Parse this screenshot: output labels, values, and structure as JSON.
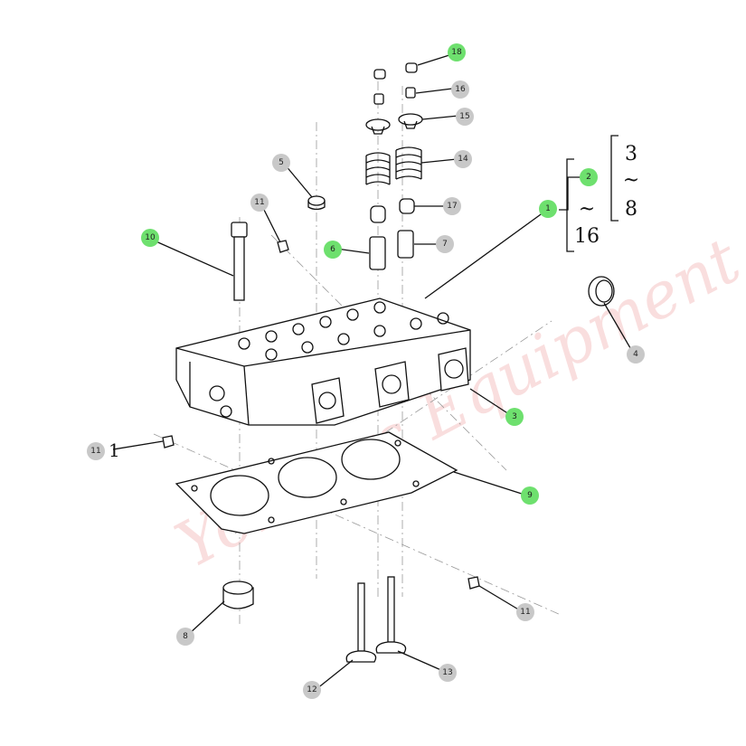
{
  "diagram": {
    "colors": {
      "green": "#6ee06e",
      "gray": "#c8c8c8",
      "line": "#111111"
    },
    "callouts": [
      {
        "id": "c1",
        "label": "1",
        "color": "green"
      },
      {
        "id": "c2",
        "label": "2",
        "color": "green"
      },
      {
        "id": "c3",
        "label": "3",
        "color": "green"
      },
      {
        "id": "c4",
        "label": "4",
        "color": "gray"
      },
      {
        "id": "c5",
        "label": "5",
        "color": "gray"
      },
      {
        "id": "c6",
        "label": "6",
        "color": "green"
      },
      {
        "id": "c7",
        "label": "7",
        "color": "gray"
      },
      {
        "id": "c8",
        "label": "8",
        "color": "gray"
      },
      {
        "id": "c9",
        "label": "9",
        "color": "green"
      },
      {
        "id": "c10",
        "label": "10",
        "color": "green"
      },
      {
        "id": "c11a",
        "label": "11",
        "color": "gray"
      },
      {
        "id": "c11b",
        "label": "11",
        "color": "gray"
      },
      {
        "id": "c11c",
        "label": "11",
        "color": "gray"
      },
      {
        "id": "c12",
        "label": "12",
        "color": "gray"
      },
      {
        "id": "c13",
        "label": "13",
        "color": "gray"
      },
      {
        "id": "c14",
        "label": "14",
        "color": "gray"
      },
      {
        "id": "c15",
        "label": "15",
        "color": "gray"
      },
      {
        "id": "c16",
        "label": "16",
        "color": "gray"
      },
      {
        "id": "c17",
        "label": "17",
        "color": "gray"
      },
      {
        "id": "c18",
        "label": "18",
        "color": "green"
      }
    ],
    "bracket_right": {
      "top": "3",
      "mid": "~",
      "bottom": "8"
    },
    "bracket_left": {
      "mid": "~",
      "bottom": "16"
    },
    "extra_label_11": "1"
  }
}
